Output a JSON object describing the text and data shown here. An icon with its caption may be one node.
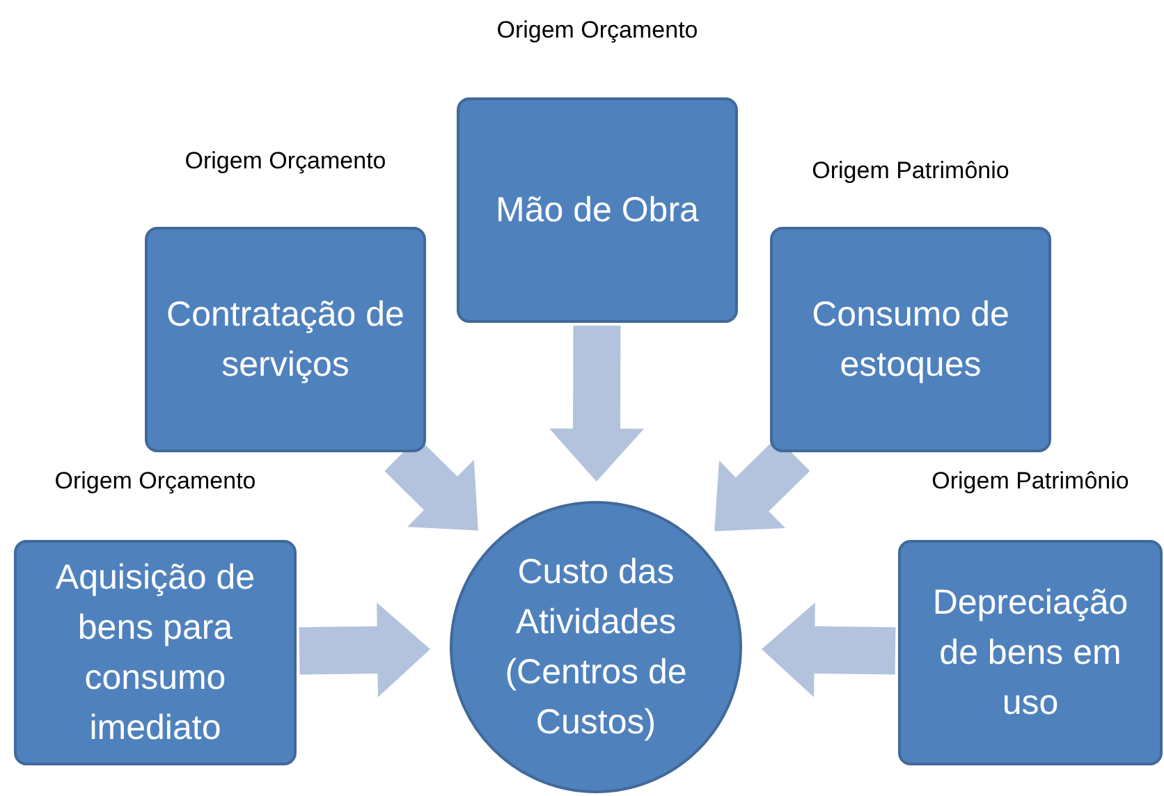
{
  "diagram": {
    "nodes": [
      {
        "text": [
          "Origem Orçamento",
          "Mão de Obra"
        ]
      },
      {
        "text": [
          "Origem Orçamento",
          "Contratação de serviços"
        ]
      },
      {
        "text": [
          "Origem Patrimônio",
          "Consumo de estoques"
        ]
      },
      {
        "text": [
          "Origem Orçamento",
          "Aquisição de bens para consumo imediato"
        ]
      },
      {
        "text": [
          "Origem Patrimônio",
          "Depreciação de bens em uso"
        ]
      },
      {
        "text": [
          "Custo das Atividades (Centros de Custos)"
        ]
      }
    ],
    "edges": [
      {
        "from": 0,
        "to": 5,
        "arrow": "to"
      },
      {
        "from": 1,
        "to": 5,
        "arrow": "to"
      },
      {
        "from": 2,
        "to": 5,
        "arrow": "to"
      },
      {
        "from": 3,
        "to": 5,
        "arrow": "to"
      },
      {
        "from": 4,
        "to": 5,
        "arrow": "to"
      }
    ]
  }
}
